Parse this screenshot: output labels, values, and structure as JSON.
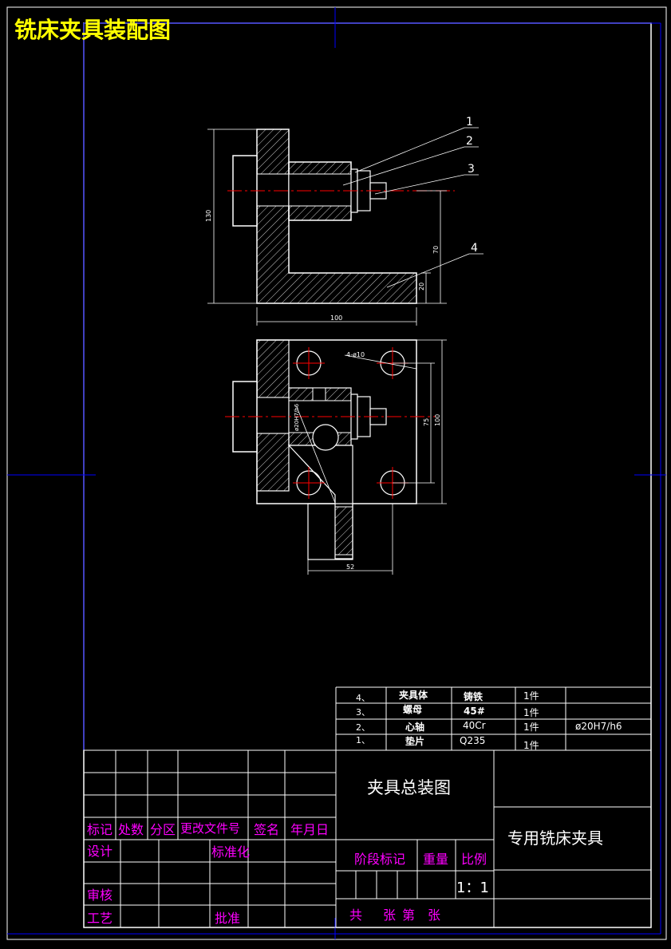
{
  "banner_title": "铣床夹具装配图",
  "colors": {
    "background": "#000000",
    "outline": "#ffffff",
    "centerline": "#ff0000",
    "grid": "#0000ff",
    "banner": "#ffff00",
    "table_text": "#ff00ff"
  },
  "front_view": {
    "balloons": [
      "1",
      "2",
      "3",
      "4"
    ],
    "dims": {
      "height": "130",
      "width": "100",
      "axis_height": "70",
      "base": "20"
    }
  },
  "top_view": {
    "hole_callout": "4-ø10",
    "fit_callout": "ø20H7/h6",
    "dims": {
      "hole_pitch": "75",
      "overall": "100",
      "handle_width": "52"
    }
  },
  "parts_list": [
    {
      "no": "4、",
      "name": "夹具体",
      "material": "铸铁",
      "qty": "1件",
      "note": ""
    },
    {
      "no": "3、",
      "name": "螺母",
      "material": "45#",
      "qty": "1件",
      "note": ""
    },
    {
      "no": "2、",
      "name": "心轴",
      "material": "40Cr",
      "qty": "1件",
      "note": "ø20H7/h6"
    },
    {
      "no": "1、",
      "name": "垫片",
      "material": "Q235",
      "qty": "1件",
      "note": ""
    }
  ],
  "title_block": {
    "drawing_name": "夹具总装图",
    "product_name": "专用铣床夹具",
    "rev_headers": [
      "标记",
      "处数",
      "分区",
      "更改文件号",
      "签名",
      "年月日"
    ],
    "design": "设计",
    "standardize": "标准化",
    "review": "审核",
    "process": "工艺",
    "approve": "批准",
    "stage_mark": "阶段标记",
    "weight": "重量",
    "scale_label": "比例",
    "scale": "1：1",
    "sheet_total": "共",
    "sheet_unit": "张",
    "sheet_no": "第",
    "sheet_unit2": "张"
  }
}
